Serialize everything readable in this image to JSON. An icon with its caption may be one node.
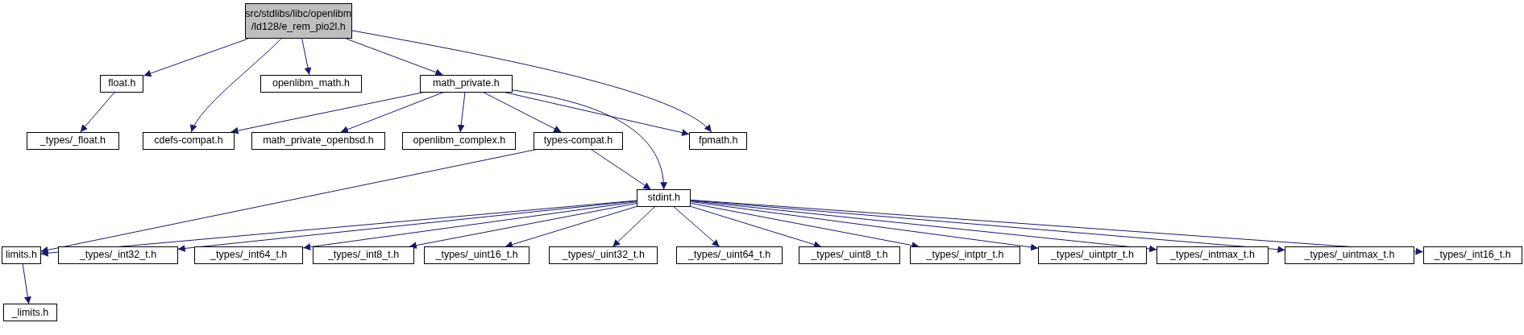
{
  "diagram": {
    "nodes": [
      {
        "text": [
          "src/stdlibs/libc/openlibm /ld128/e_rem_pio2l.h"
        ]
      },
      {
        "text": [
          "float.h"
        ]
      },
      {
        "text": [
          "openlibm_math.h"
        ]
      },
      {
        "text": [
          "math_private.h"
        ]
      },
      {
        "text": [
          "_types/_float.h"
        ]
      },
      {
        "text": [
          "cdefs-compat.h"
        ]
      },
      {
        "text": [
          "math_private_openbsd.h"
        ]
      },
      {
        "text": [
          "openlibm_complex.h"
        ]
      },
      {
        "text": [
          "types-compat.h"
        ]
      },
      {
        "text": [
          "fpmath.h"
        ]
      },
      {
        "text": [
          "stdint.h"
        ]
      },
      {
        "text": [
          "limits.h"
        ]
      },
      {
        "text": [
          "_types/_int32_t.h"
        ]
      },
      {
        "text": [
          "_types/_int64_t.h"
        ]
      },
      {
        "text": [
          "_types/_int8_t.h"
        ]
      },
      {
        "text": [
          "_types/_uint16_t.h"
        ]
      },
      {
        "text": [
          "_types/_uint32_t.h"
        ]
      },
      {
        "text": [
          "_types/_uint64_t.h"
        ]
      },
      {
        "text": [
          "_types/_uint8_t.h"
        ]
      },
      {
        "text": [
          "_types/_intptr_t.h"
        ]
      },
      {
        "text": [
          "_types/_uintptr_t.h"
        ]
      },
      {
        "text": [
          "_types/_intmax_t.h"
        ]
      },
      {
        "text": [
          "_types/_uintmax_t.h"
        ]
      },
      {
        "text": [
          "_types/_int16_t.h"
        ]
      },
      {
        "text": [
          "_limits.h"
        ]
      }
    ],
    "edges": [
      {
        "from": 0,
        "to": 1,
        "arrow": "to"
      },
      {
        "from": 0,
        "to": 5,
        "arrow": "to"
      },
      {
        "from": 0,
        "to": 2,
        "arrow": "to"
      },
      {
        "from": 0,
        "to": 3,
        "arrow": "to"
      },
      {
        "from": 0,
        "to": 9,
        "arrow": "to"
      },
      {
        "from": 1,
        "to": 4,
        "arrow": "to"
      },
      {
        "from": 3,
        "to": 5,
        "arrow": "to"
      },
      {
        "from": 3,
        "to": 6,
        "arrow": "to"
      },
      {
        "from": 3,
        "to": 7,
        "arrow": "to"
      },
      {
        "from": 3,
        "to": 8,
        "arrow": "to"
      },
      {
        "from": 3,
        "to": 9,
        "arrow": "to"
      },
      {
        "from": 3,
        "to": 10,
        "arrow": "to"
      },
      {
        "from": 8,
        "to": 11,
        "arrow": "to"
      },
      {
        "from": 8,
        "to": 10,
        "arrow": "to"
      },
      {
        "from": 10,
        "to": 11,
        "arrow": "to"
      },
      {
        "from": 10,
        "to": 12,
        "arrow": "to"
      },
      {
        "from": 10,
        "to": 13,
        "arrow": "to"
      },
      {
        "from": 10,
        "to": 14,
        "arrow": "to"
      },
      {
        "from": 10,
        "to": 15,
        "arrow": "to"
      },
      {
        "from": 10,
        "to": 16,
        "arrow": "to"
      },
      {
        "from": 10,
        "to": 17,
        "arrow": "to"
      },
      {
        "from": 10,
        "to": 18,
        "arrow": "to"
      },
      {
        "from": 10,
        "to": 19,
        "arrow": "to"
      },
      {
        "from": 10,
        "to": 20,
        "arrow": "to"
      },
      {
        "from": 10,
        "to": 21,
        "arrow": "to"
      },
      {
        "from": 10,
        "to": 22,
        "arrow": "to"
      },
      {
        "from": 10,
        "to": 23,
        "arrow": "to"
      },
      {
        "from": 11,
        "to": 24,
        "arrow": "to"
      }
    ]
  }
}
